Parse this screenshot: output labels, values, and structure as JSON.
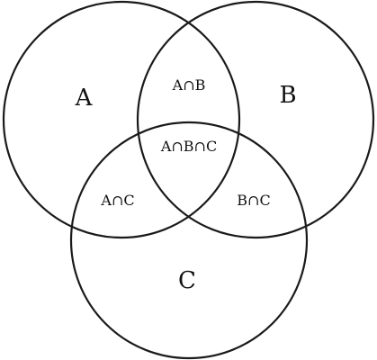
{
  "diagram": {
    "type": "venn",
    "sets": [
      {
        "id": "A",
        "label": "A"
      },
      {
        "id": "B",
        "label": "B"
      },
      {
        "id": "C",
        "label": "C"
      }
    ],
    "regions": {
      "ab": "A∩B",
      "abc": "A∩B∩C",
      "ac": "A∩C",
      "bc": "B∩C"
    },
    "stroke_color": "#1a1a1a",
    "background": "#ffffff"
  }
}
